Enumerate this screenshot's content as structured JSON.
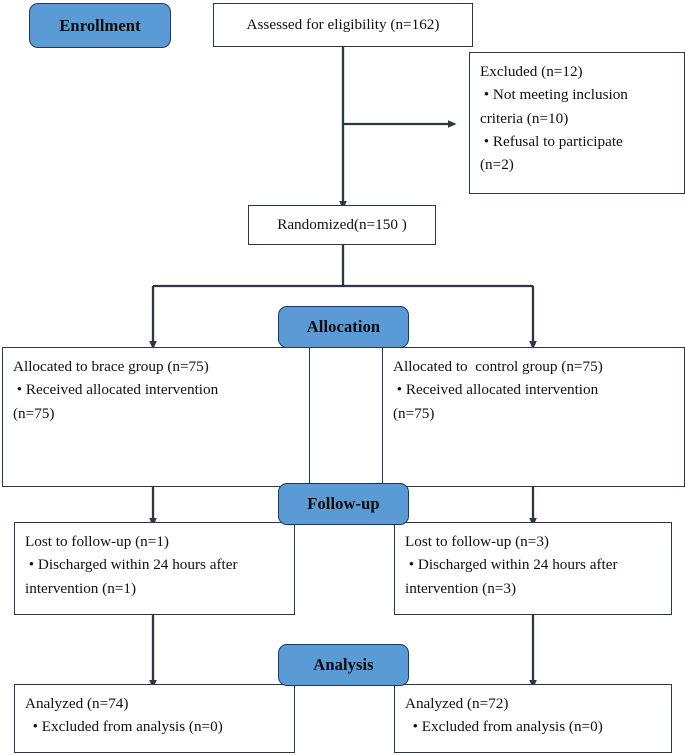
{
  "diagram": {
    "type": "consort-flow-diagram",
    "title": "CONSORT participant flow diagram",
    "colors": {
      "stage_fill": "#5b9bd5",
      "stage_border": "#1f3864",
      "box_border": "#2b3648",
      "box_fill": "#ffffff",
      "text": "#101010",
      "connector": "#2b3648"
    }
  },
  "stages": [
    {
      "id": "enrollment",
      "label": "Enrollment"
    },
    {
      "id": "allocation",
      "label": "Allocation"
    },
    {
      "id": "followup",
      "label": "Follow-up"
    },
    {
      "id": "analysis",
      "label": "Analysis"
    }
  ],
  "nodes": {
    "assessed": {
      "text": "Assessed for eligibility (n=162)",
      "n": 162
    },
    "excluded": {
      "text": "Excluded (n=12)\n • Not meeting inclusion\ncriteria (n=10)\n • Refusal to participate\n(n=2)",
      "n": 12,
      "reasons": [
        {
          "label": "Not meeting inclusion criteria",
          "n": 10
        },
        {
          "label": "Refusal to participate",
          "n": 2
        }
      ]
    },
    "randomized": {
      "text": "Randomized(n=150 )",
      "n": 150
    },
    "allocated_brace": {
      "text": "Allocated to brace group (n=75)\n • Received allocated intervention\n(n=75)",
      "n": 75,
      "received": 75
    },
    "allocated_control": {
      "text": "Allocated to  control group (n=75)\n • Received allocated intervention\n(n=75)",
      "n": 75,
      "received": 75
    },
    "lost_brace": {
      "text": "Lost to follow-up (n=1)\n • Discharged within 24 hours after\nintervention (n=1)",
      "n": 1
    },
    "lost_control": {
      "text": "Lost to follow-up (n=3)\n • Discharged within 24 hours after\nintervention (n=3)",
      "n": 3
    },
    "analyzed_brace": {
      "text": "Analyzed (n=74)\n  • Excluded from analysis (n=0)",
      "n": 74,
      "excluded": 0
    },
    "analyzed_control": {
      "text": "Analyzed (n=72)\n  • Excluded from analysis (n=0)",
      "n": 72,
      "excluded": 0
    }
  }
}
